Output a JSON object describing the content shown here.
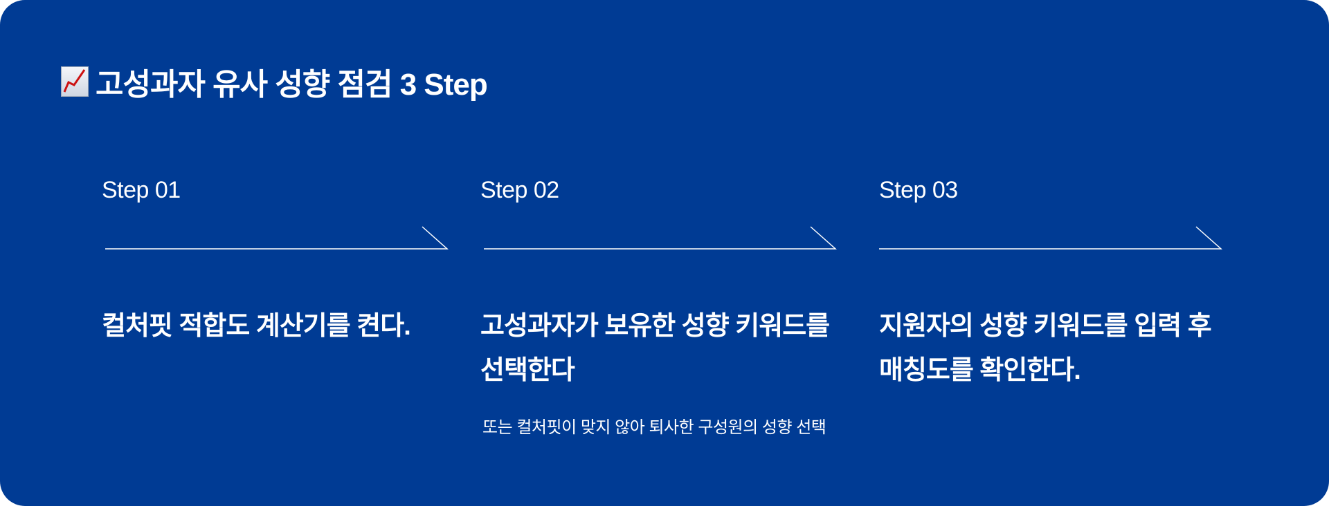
{
  "header": {
    "icon": "chart-increasing-icon",
    "title": "고성과자 유사 성향 점검 3 Step"
  },
  "steps": [
    {
      "label": "Step 01",
      "text": [
        "컬처핏 적합도 계산기를 켠다."
      ]
    },
    {
      "label": "Step 02",
      "text": [
        "고성과자가 보유한 성향 키워드를",
        "선택한다"
      ],
      "note": "또는 컬처핏이 맞지 않아 퇴사한 구성원의 성향 선택"
    },
    {
      "label": "Step 03",
      "text": [
        "지원자의 성향 키워드를 입력 후",
        "매칭도를 확인한다."
      ]
    }
  ],
  "colors": {
    "background": "#003b94",
    "text": "#ffffff",
    "icon_line": "#cc1111"
  }
}
